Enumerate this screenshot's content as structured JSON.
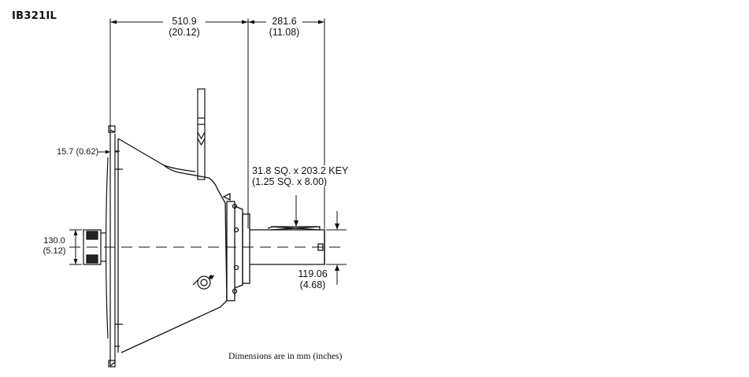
{
  "model": "IB321IL",
  "dimensions": {
    "overall_length": {
      "mm": "510.9",
      "in": "(20.12)"
    },
    "shaft_length": {
      "mm": "281.6",
      "in": "(11.08)"
    },
    "flange_thickness": {
      "label": "15.7 (0.62)"
    },
    "input_bore": {
      "mm": "130.0",
      "in": "(5.12)"
    },
    "shaft_key": {
      "line1": "31.8 SQ. x 203.2 KEY",
      "line2": "(1.25 SQ. x 8.00)"
    },
    "shaft_height": {
      "mm": "119.06",
      "in": "(4.68)"
    }
  },
  "note": "Dimensions are in mm (inches)",
  "colors": {
    "line": "#111111",
    "background": "#ffffff"
  }
}
